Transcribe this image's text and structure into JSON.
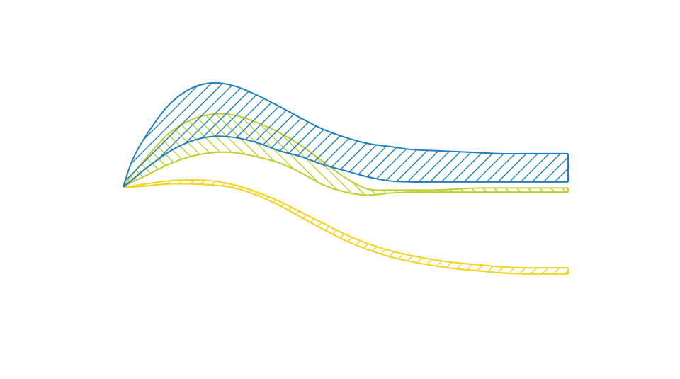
{
  "chart_data": {
    "type": "area",
    "title": "",
    "xlabel": "",
    "ylabel": "",
    "axes_visible": false,
    "grid": false,
    "legend": "none",
    "fill_pattern": "diagonal-hatch",
    "xlim": [
      0,
      1
    ],
    "ylim": [
      -0.5,
      1.1
    ],
    "x": [
      0,
      0.02,
      0.05,
      0.1,
      0.15,
      0.2,
      0.25,
      0.3,
      0.35,
      0.4,
      0.45,
      0.5,
      0.55,
      0.6,
      0.65,
      0.7,
      0.75,
      0.8,
      0.85,
      0.9,
      0.95,
      1.0
    ],
    "series": [
      {
        "color": "#1f7ec0",
        "upper": [
          0.0,
          0.26,
          0.5,
          0.8,
          0.97,
          1.03,
          1.0,
          0.91,
          0.8,
          0.68,
          0.57,
          0.49,
          0.43,
          0.4,
          0.37,
          0.36,
          0.35,
          0.34,
          0.33,
          0.33,
          0.33,
          0.33
        ],
        "lower": [
          0.0,
          0.07,
          0.18,
          0.34,
          0.45,
          0.5,
          0.49,
          0.44,
          0.36,
          0.3,
          0.22,
          0.16,
          0.1,
          0.06,
          0.05,
          0.05,
          0.05,
          0.05,
          0.05,
          0.05,
          0.05,
          0.05
        ]
      },
      {
        "color": "#c0ce2e",
        "upper": [
          0.0,
          0.12,
          0.28,
          0.52,
          0.66,
          0.72,
          0.71,
          0.64,
          0.54,
          0.41,
          0.25,
          0.09,
          -0.02,
          -0.03,
          -0.03,
          -0.03,
          -0.02,
          -0.01,
          -0.01,
          -0.01,
          -0.01,
          -0.01
        ],
        "lower": [
          0.0,
          0.05,
          0.11,
          0.22,
          0.3,
          0.34,
          0.34,
          0.3,
          0.24,
          0.14,
          0.02,
          -0.05,
          -0.08,
          -0.06,
          -0.05,
          -0.05,
          -0.05,
          -0.05,
          -0.05,
          -0.05,
          -0.05,
          -0.05
        ]
      },
      {
        "color": "#f6d31b",
        "upper": [
          0.0,
          0.01,
          0.03,
          0.06,
          0.07,
          0.06,
          0.02,
          -0.05,
          -0.14,
          -0.25,
          -0.36,
          -0.47,
          -0.56,
          -0.63,
          -0.68,
          -0.72,
          -0.75,
          -0.77,
          -0.79,
          -0.8,
          -0.8,
          -0.8
        ],
        "lower": [
          0.0,
          0.0,
          0.01,
          0.03,
          0.03,
          0.02,
          -0.01,
          -0.08,
          -0.18,
          -0.3,
          -0.42,
          -0.53,
          -0.62,
          -0.69,
          -0.74,
          -0.78,
          -0.81,
          -0.83,
          -0.85,
          -0.86,
          -0.86,
          -0.86
        ]
      }
    ]
  }
}
